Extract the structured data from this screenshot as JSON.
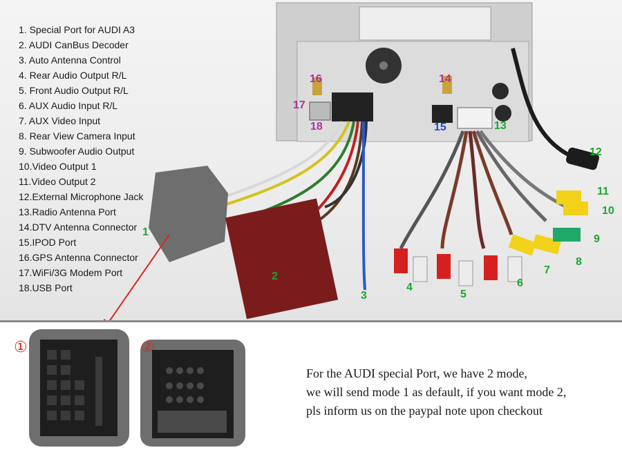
{
  "legend": [
    "1. Special Port for AUDI A3",
    "2. AUDI CanBus Decoder",
    "3. Auto Antenna Control",
    "4. Rear Audio Output R/L",
    "5. Front Audio Output R/L",
    "6. AUX Audio Input R/L",
    "7. AUX Video Input",
    "8. Rear View Camera Input",
    "9. Subwoofer Audio Output",
    "10.Video Output 1",
    "11.Video Output 2",
    "12.External Microphone Jack",
    "13.Radio Antenna Port",
    "14.DTV Antenna Connector",
    "15.IPOD Port",
    "16.GPS Antenna Connector",
    "17.WiFi/3G Modem Port",
    "18.USB Port"
  ],
  "callouts": {
    "n1": "1",
    "n2": "2",
    "n3": "3",
    "n4": "4",
    "n5": "5",
    "n6": "6",
    "n7": "7",
    "n8": "8",
    "n9": "9",
    "n10": "10",
    "n11": "11",
    "n12": "12",
    "n13": "13",
    "n14": "14",
    "n15": "15",
    "n16": "16",
    "n17": "17",
    "n18": "18"
  },
  "modes": {
    "mode1": "①",
    "mode2": "②"
  },
  "note": {
    "line1": "For the AUDI special Port, we have 2 mode,",
    "line2": "we will send mode 1 as default, if you want mode 2,",
    "line3": "pls inform us on the paypal note upon checkout"
  },
  "colors": {
    "callout_green": "#1aa82e",
    "callout_purple": "#b0309a",
    "callout_blue": "#1d4fbf",
    "arrow_red": "#d8281e",
    "rca_red": "#d62020",
    "rca_white": "#ececec",
    "rca_yellow": "#f2d21a",
    "rca_green": "#1fa86a",
    "decoder_box": "#7a1c1c",
    "foam_gray": "#6e6e6e"
  }
}
